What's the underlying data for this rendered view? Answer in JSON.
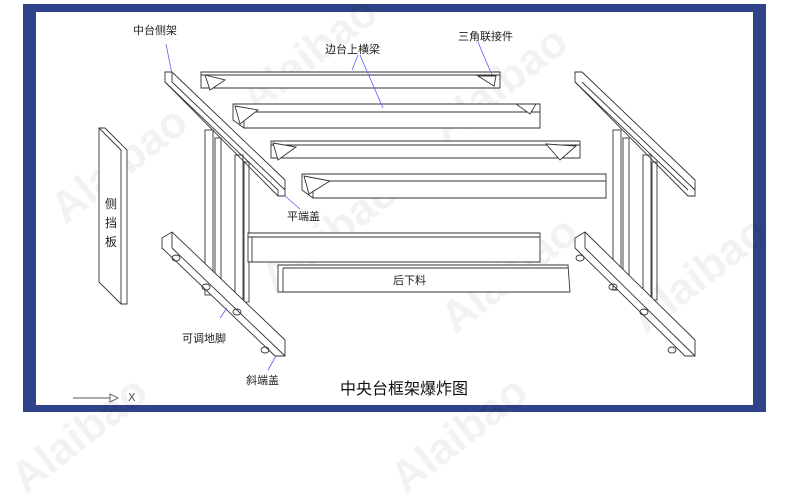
{
  "title": "中央台框架爆炸图",
  "labels": {
    "middle_side_frame": "中台侧架",
    "side_top_beam": "边台上横梁",
    "triangle_connector": "三角联接件",
    "side_panel": [
      "侧",
      "挡",
      "板"
    ],
    "flat_end_cap": "平端盖",
    "rear_lower_rail": "后下料",
    "adjustable_foot": "可调地脚",
    "slanted_end_cap": "斜端盖"
  },
  "axis_label": "X",
  "watermark": "Alaibao",
  "colors": {
    "frame": "#2e4388",
    "leader": "#5a5aff"
  }
}
